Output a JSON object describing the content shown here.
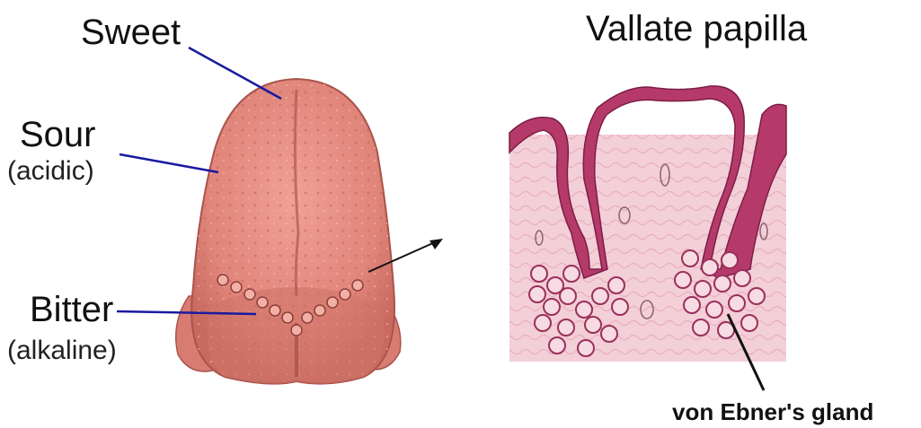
{
  "title": "Vallate papilla",
  "taste_labels": {
    "sweet": {
      "name": "Sweet"
    },
    "sour": {
      "name": "Sour",
      "note": "(acidic)"
    },
    "bitter": {
      "name": "Bitter",
      "note": "(alkaline)"
    }
  },
  "gland_label": "von Ebner's gland",
  "colors": {
    "leader_line": "#1a1aa0",
    "tongue": "#e58a80",
    "tongue_dark": "#b9574e",
    "epithelium": "#b53a6a",
    "tissue": "#f3cfd8"
  }
}
